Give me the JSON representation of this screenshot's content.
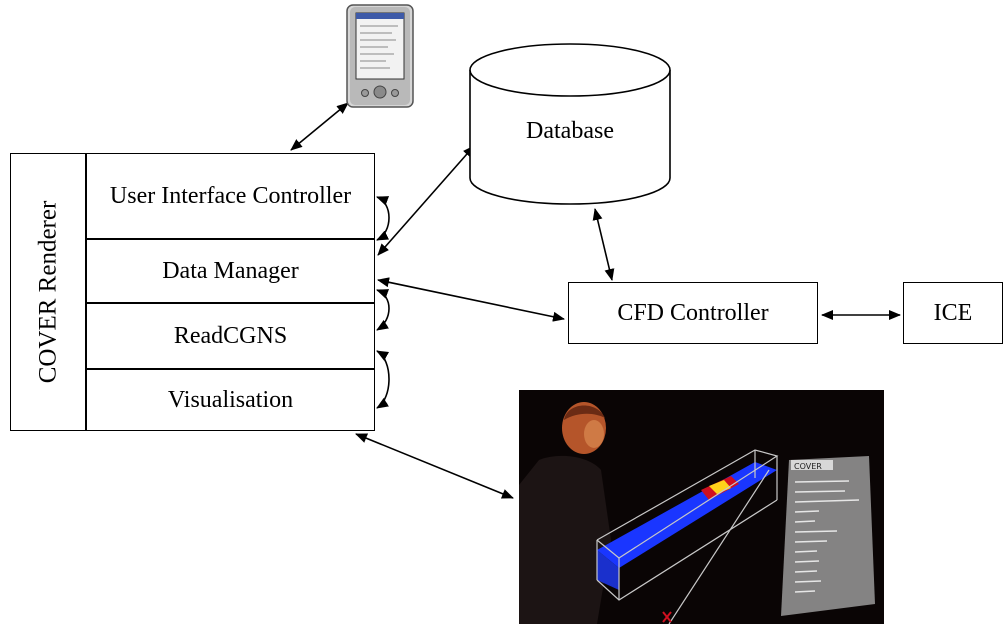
{
  "renderer": {
    "label": "COVER Renderer"
  },
  "modules": {
    "ui_controller": "User Interface Controller",
    "data_manager": "Data Manager",
    "read_cgns": "ReadCGNS",
    "visualisation": "Visualisation"
  },
  "database": {
    "label": "Database"
  },
  "cfd_controller": {
    "label": "CFD Controller"
  },
  "ice": {
    "label": "ICE"
  },
  "colors": {
    "line": "#000000",
    "photo_background": "#0a0505",
    "flow_blue": "#1a36ff",
    "flow_red": "#d01020",
    "flow_yellow": "#ffd21a",
    "menu_panel": "#b8b8b8"
  },
  "photo_menu": {
    "header": "COVER"
  }
}
